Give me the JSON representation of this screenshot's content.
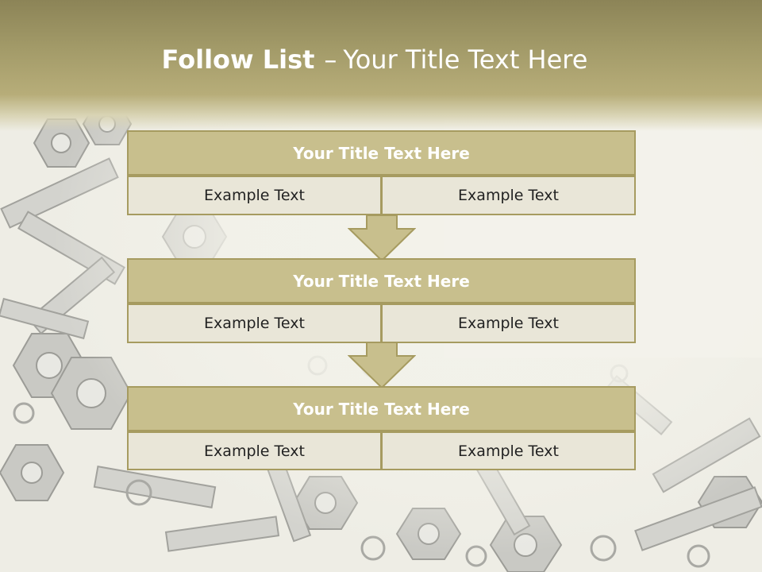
{
  "slide": {
    "title_bold": "Follow List",
    "title_separator": "–",
    "title_rest": "Your Title Text Here"
  },
  "stages": [
    {
      "title": "Your Title Text Here",
      "left": "Example Text",
      "right": "Example Text"
    },
    {
      "title": "Your Title Text Here",
      "left": "Example Text",
      "right": "Example Text"
    },
    {
      "title": "Your Title Text Here",
      "left": "Example Text",
      "right": "Example Text"
    }
  ],
  "colors": {
    "header_dark": "#8c8457",
    "header_light": "#b7ad79",
    "box_border": "#a69b60",
    "box_title_fill": "#c8bf8d",
    "box_cell_fill": "#e9e6d8",
    "arrow_fill": "#c8bf8d"
  },
  "icons": {
    "background": "nuts-and-bolts-photo",
    "connector": "down-arrow-icon"
  }
}
